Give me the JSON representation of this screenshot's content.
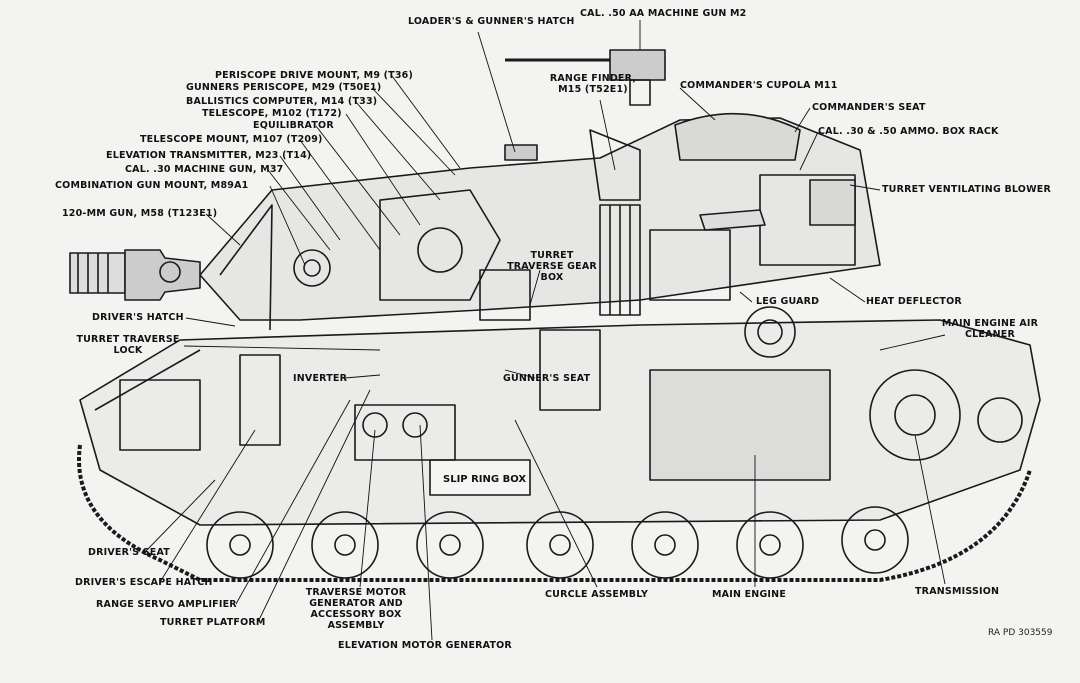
{
  "figure_ref": "RA PD 303559",
  "labels": {
    "loaders_gunners_hatch": "LOADER'S & GUNNER'S HATCH",
    "cal50_aa_mg": "CAL. .50 AA MACHINE GUN M2",
    "periscope_drive_mount": "PERISCOPE DRIVE MOUNT, M9 (T36)",
    "gunners_periscope": "GUNNERS PERISCOPE, M29 (T50E1)",
    "ballistics_computer": "BALLISTICS COMPUTER, M14 (T33)",
    "telescope_m102": "TELESCOPE, M102 (T172)",
    "equilibrator": "EQUILIBRATOR",
    "telescope_mount": "TELESCOPE MOUNT, M107 (T209)",
    "elevation_transmitter": "ELEVATION TRANSMITTER, M23 (T14)",
    "cal30_mg": "CAL. .30 MACHINE GUN, M37",
    "combination_gun_mount": "COMBINATION GUN MOUNT, M89A1",
    "gun_120mm": "120-MM GUN, M58 (T123E1)",
    "range_finder": "RANGE FINDER, M15 (T52E1)",
    "commanders_cupola": "COMMANDER'S CUPOLA M11",
    "commanders_seat": "COMMANDER'S SEAT",
    "ammo_box_rack": "CAL. .30 & .50 AMMO. BOX RACK",
    "turret_ventilating_blower": "TURRET VENTILATING BLOWER",
    "turret_traverse_gear_box": "TURRET TRAVERSE GEAR BOX",
    "leg_guard": "LEG GUARD",
    "heat_deflector": "HEAT DEFLECTOR",
    "drivers_hatch": "DRIVER'S HATCH",
    "turret_traverse_lock": "TURRET TRAVERSE LOCK",
    "main_engine_air_cleaner": "MAIN ENGINE AIR CLEANER",
    "inverter": "INVERTER",
    "gunners_seat": "GUNNER'S SEAT",
    "slip_ring_box": "SLIP RING BOX",
    "drivers_seat": "DRIVER'S SEAT",
    "drivers_escape_hatch": "DRIVER'S ESCAPE HATCH",
    "range_servo_amplifier": "RANGE SERVO AMPLIFIER",
    "turret_platform": "TURRET PLATFORM",
    "traverse_motor_generator": "TRAVERSE MOTOR GENERATOR AND ACCESSORY BOX ASSEMBLY",
    "elevation_motor_generator": "ELEVATION MOTOR GENERATOR",
    "curcle_assembly": "CURCLE ASSEMBLY",
    "main_engine": "MAIN ENGINE",
    "transmission": "TRANSMISSION"
  }
}
